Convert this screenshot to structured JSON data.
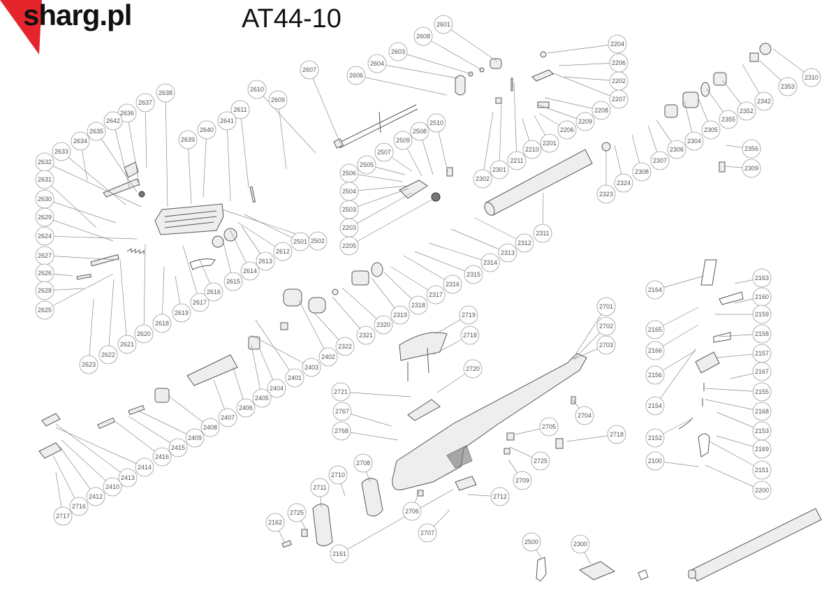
{
  "header": {
    "logo_text": "sharg.pl",
    "model": "AT44-10"
  },
  "colors": {
    "logo_red": "#e5242b",
    "line": "#8a8a8a",
    "part_outline": "#555555"
  },
  "labels": [
    "2601",
    "2608",
    "2603",
    "2604",
    "2606",
    "2607",
    "2609",
    "2610",
    "2611",
    "2641",
    "2640",
    "2639",
    "2638",
    "2637",
    "2636",
    "2642",
    "2635",
    "2634",
    "2633",
    "2632",
    "2631",
    "2630",
    "2629",
    "2624",
    "2627",
    "2626",
    "2628",
    "2625",
    "2623",
    "2622",
    "2621",
    "2620",
    "2618",
    "2619",
    "2617",
    "2616",
    "2615",
    "2614",
    "2613",
    "2612",
    "2501",
    "2502",
    "2510",
    "2508",
    "2509",
    "2507",
    "2505",
    "2506",
    "2504",
    "2503",
    "2203",
    "2205",
    "2204",
    "2206",
    "2202",
    "2207",
    "2208",
    "2209",
    "2206",
    "2201",
    "2210",
    "2211",
    "2301",
    "2302",
    "2353",
    "2342",
    "2352",
    "2355",
    "2305",
    "2304",
    "2306",
    "2307",
    "2308",
    "2324",
    "2323",
    "2356",
    "2309",
    "2310",
    "2311",
    "2312",
    "2313",
    "2314",
    "2315",
    "2316",
    "2317",
    "2318",
    "2319",
    "2320",
    "2321",
    "2322",
    "2402",
    "2403",
    "2401",
    "2404",
    "2405",
    "2406",
    "2407",
    "2408",
    "2409",
    "2415",
    "2416",
    "2414",
    "2413",
    "2410",
    "2412",
    "2716",
    "2717",
    "2719",
    "2718",
    "2720",
    "2721",
    "2767",
    "2768",
    "2701",
    "2702",
    "2703",
    "2704",
    "2705",
    "2725",
    "2709",
    "2718",
    "2708",
    "2710",
    "2711",
    "2712",
    "2707",
    "2706",
    "2725",
    "2162",
    "2161",
    "2163",
    "2160",
    "2164",
    "2159",
    "2165",
    "2158",
    "2166",
    "2157",
    "2156",
    "2167",
    "2155",
    "2154",
    "2168",
    "2153",
    "2152",
    "2169",
    "2151",
    "2100",
    "2200",
    "2500",
    "2300"
  ]
}
